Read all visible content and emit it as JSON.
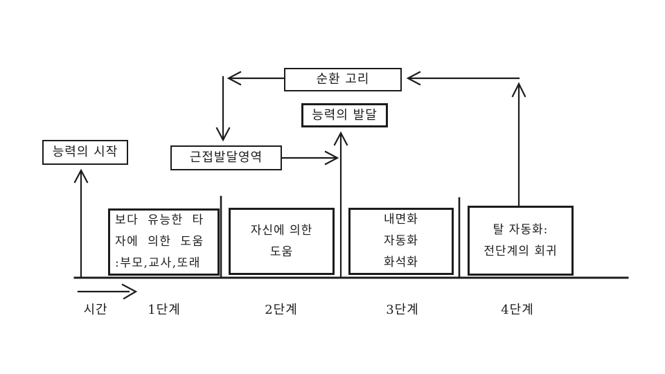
{
  "page": {
    "background": "#ffffff",
    "line_color": "#1c1c1c"
  },
  "diagram": {
    "cycle_loop_box": "순환 고리",
    "ability_development_box": "능력의 발달",
    "ability_start_box": "능력의 시작",
    "zpd_box": "근접발달영역",
    "time_label": "시간",
    "stages": [
      {
        "label": "1단계",
        "line1": "보다 유능한 타",
        "line2": "자에 의한 도움",
        "line3": ":부모,교사,또래"
      },
      {
        "label": "2단계",
        "line1": "자신에 의한",
        "line2": "도움"
      },
      {
        "label": "3단계",
        "line1": "내면화",
        "line2": "자동화",
        "line3": "화석화"
      },
      {
        "label": "4단계",
        "line1": "탈 자동화:",
        "line2": "전단계의 회귀"
      }
    ]
  }
}
